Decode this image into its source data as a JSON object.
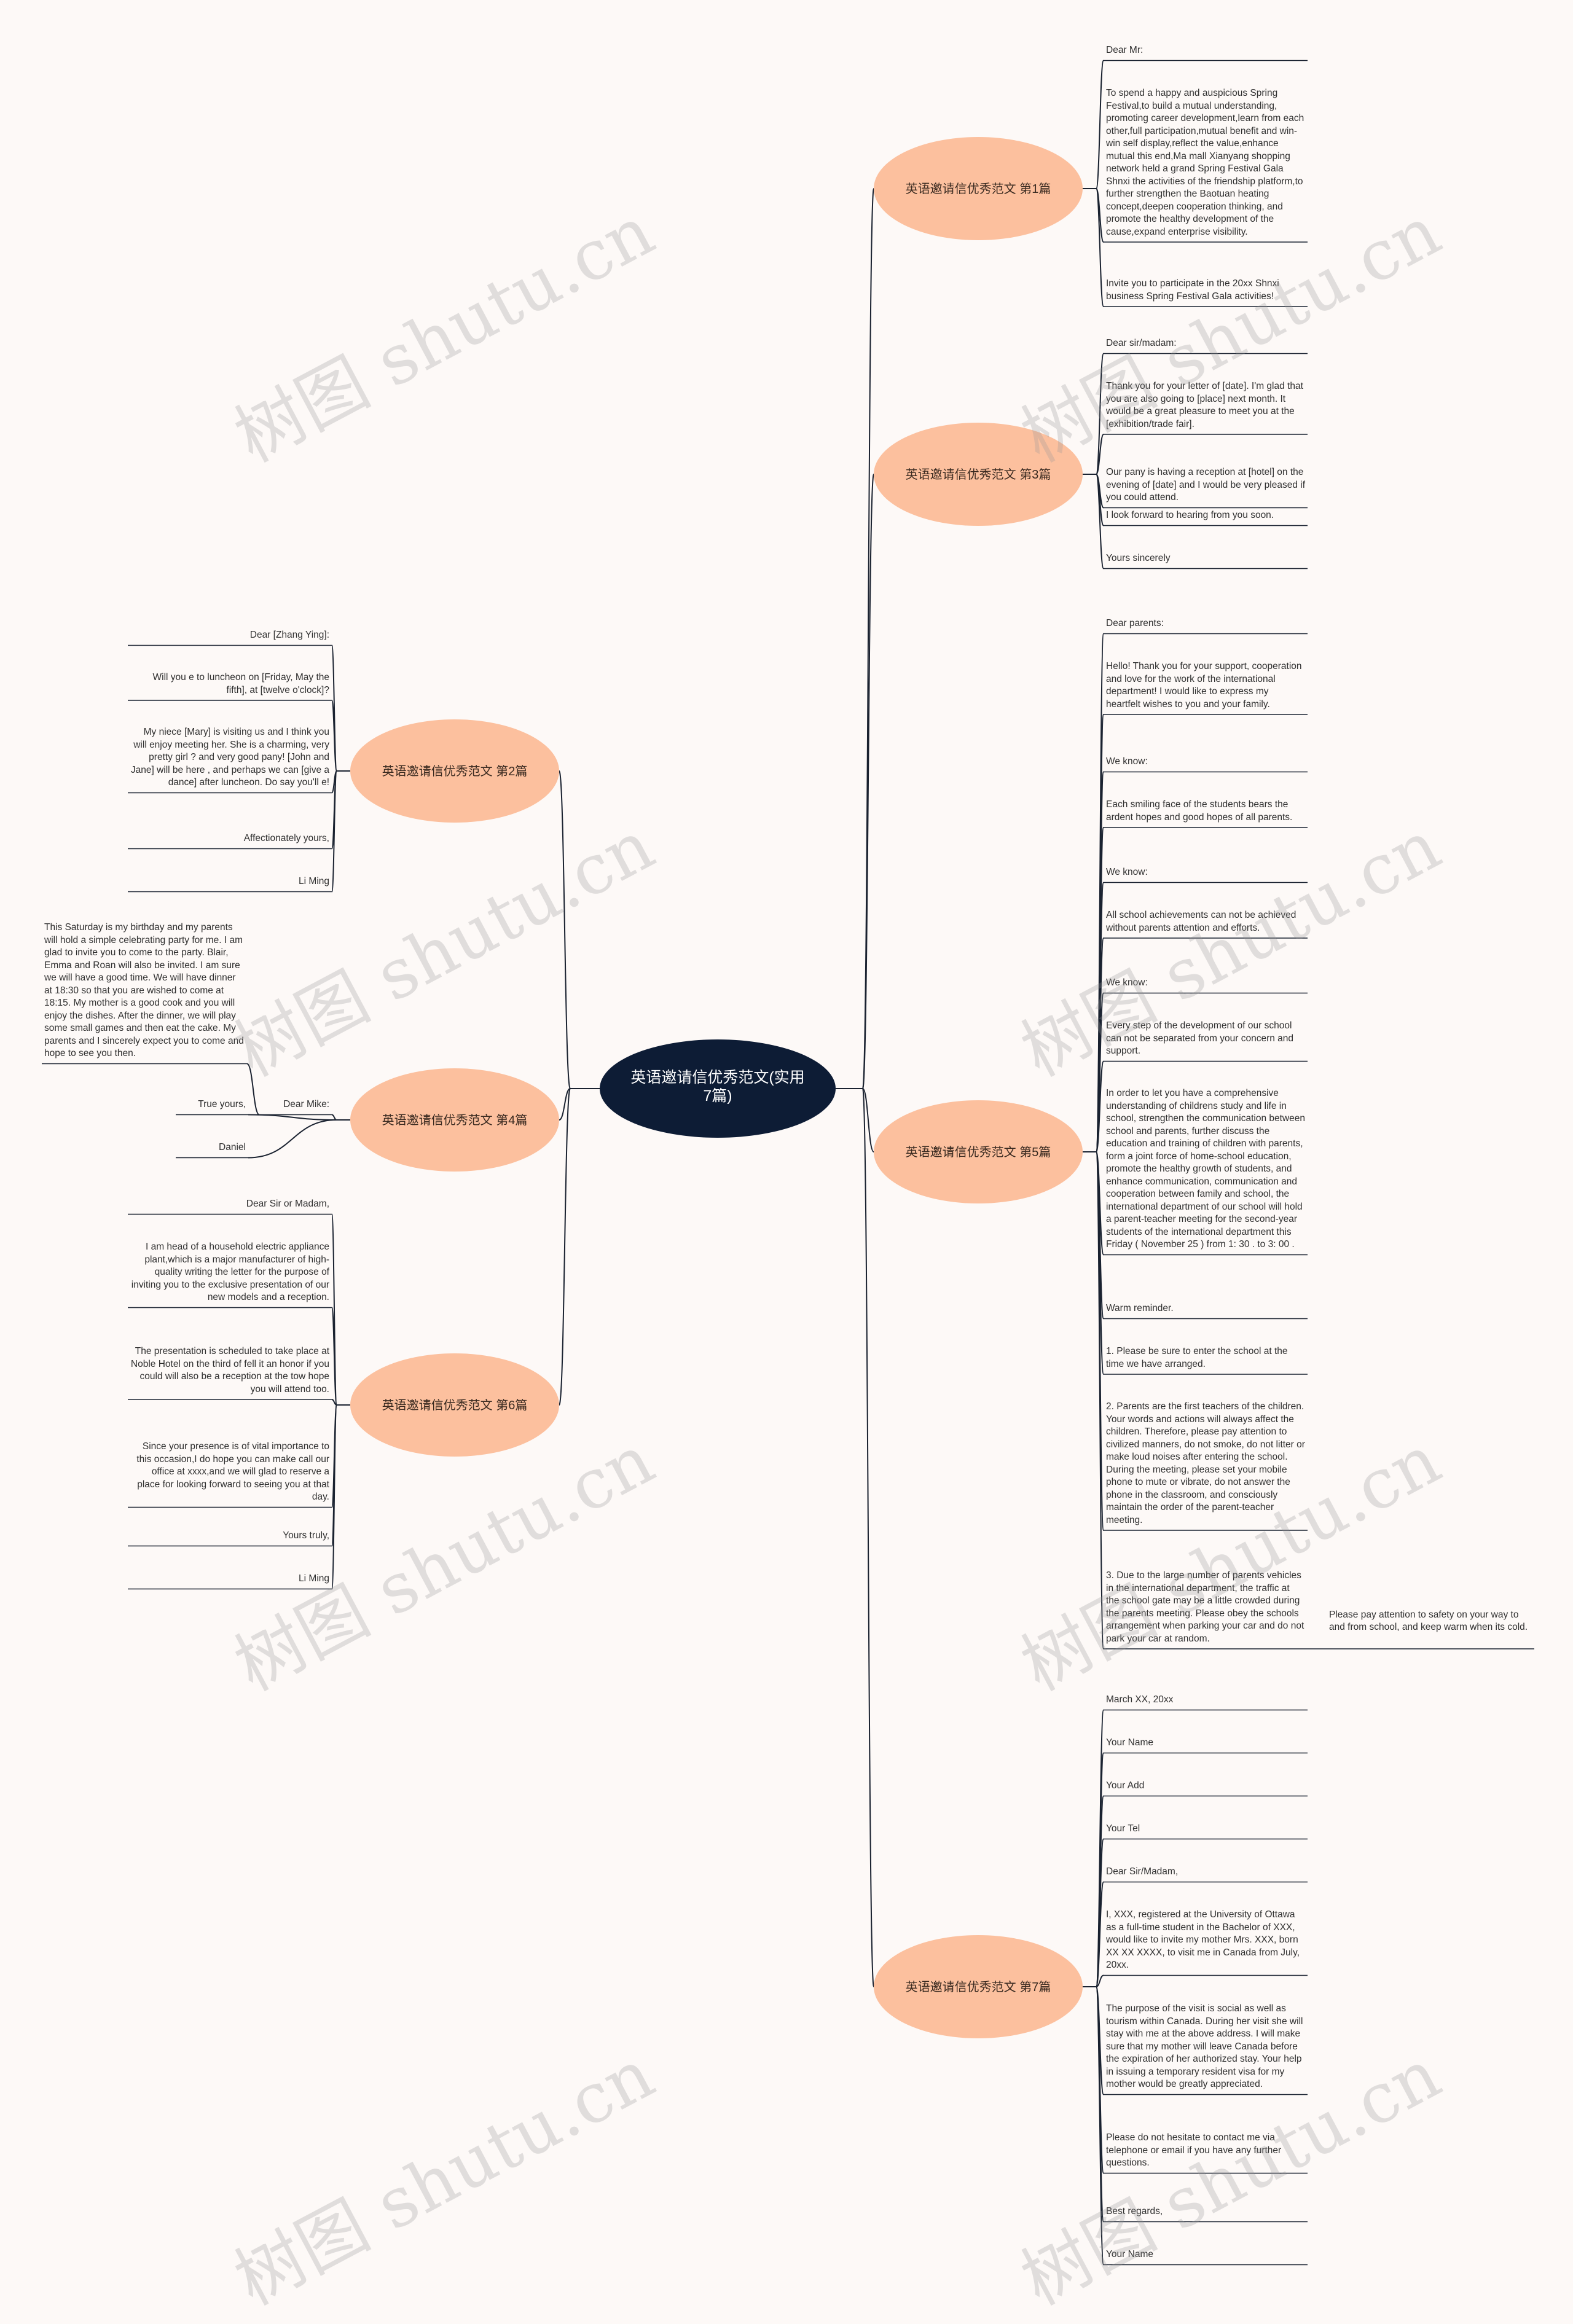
{
  "colors": {
    "background": "#fdf9f7",
    "root_fill": "#0d1c35",
    "branch_fill": "#fcc09e",
    "line": "#1a2230"
  },
  "root": {
    "label": "英语邀请信优秀范文(实用7篇)"
  },
  "watermark": "树图 shutu.cn",
  "branches": [
    {
      "label": "英语邀请信优秀范文 第1篇",
      "leaves": [
        "Dear Mr:",
        "To spend a happy and auspicious Spring Festival,to build a mutual understanding, promoting career development,learn from each other,full participation,mutual benefit and win-win self display,reflect the value,enhance mutual  this end,Ma mall Xianyang shopping network held a grand Spring Festival Gala Shnxi  the activities of the friendship platform,to further strengthen the Baotuan heating concept,deepen cooperation thinking, and promote the healthy development of the cause,expand enterprise visibility.",
        "Invite you to participate in the 20xx Shnxi business Spring Festival Gala activities!"
      ]
    },
    {
      "label": "英语邀请信优秀范文 第3篇",
      "leaves": [
        "Dear sir/madam:",
        "Thank you for your letter of [date]. I'm glad that you are also going to [place] next month. It would be a great pleasure to meet you at the [exhibition/trade fair].",
        "Our pany is having a reception at [hotel] on the evening of [date] and I would be very pleased if you could attend.",
        "I look forward to hearing from you soon.",
        "Yours sincerely"
      ]
    },
    {
      "label": "英语邀请信优秀范文 第5篇",
      "leaves": [
        "Dear parents:",
        "Hello! Thank you for your support, cooperation and love for the work of the international department! I would like to express my heartfelt wishes to you and your family.",
        "We know:",
        "Each smiling face of the students bears the ardent hopes and good hopes of all parents.",
        "We know:",
        "All school achievements can not be achieved without parents attention and efforts.",
        "We know:",
        "Every step of the development of our school can not be separated from your concern and support.",
        "In order to let you have a comprehensive understanding of childrens study and life in school, strengthen the communication between school and parents, further discuss the education and training of children with parents, form a joint force of home-school education, promote the healthy growth of students, and enhance communication, communication and cooperation between family and school, the international department of our school will hold a parent-teacher meeting  for the second-year students of the international department this Friday ( November 25 ) from 1: 30 . to 3: 00 .",
        "Warm reminder.",
        "1. Please be sure to enter the school at the time we have arranged.",
        "2. Parents are the first teachers of the children. Your words and actions will always affect the children. Therefore, please pay attention to civilized manners, do not smoke, do not litter or make loud noises after entering the school. During the meeting, please set your mobile phone to mute or vibrate, do not answer the phone in the classroom, and consciously maintain the order of the parent-teacher meeting.",
        "3. Due to the large number of parents vehicles in the international department, the traffic at the school gate may be a little crowded during the parents meeting. Please obey the schools arrangement when parking your car and do not park your car at random."
      ],
      "sub_leaf": "Please pay attention to safety on your way to and from school, and keep warm when its cold."
    },
    {
      "label": "英语邀请信优秀范文 第7篇",
      "leaves": [
        "March XX, 20xx",
        "Your Name",
        "Your Add",
        "Your Tel",
        "Dear Sir/Madam,",
        "I, XXX, registered at the University of Ottawa as a full-time student in the Bachelor of XXX, would like to invite my mother Mrs. XXX, born XX XX XXXX, to visit me in Canada from July, 20xx.",
        "The purpose of the visit is social as well as tourism within Canada. During her visit she will stay with me at the above address. I will make sure that my mother will leave Canada before the expiration of her authorized stay. Your help in issuing a temporary resident visa for my mother would be greatly appreciated.",
        "Please do not hesitate to contact me via telephone or email if you have any further questions.",
        "Best regards,",
        "Your Name"
      ]
    },
    {
      "label": "英语邀请信优秀范文 第2篇",
      "leaves": [
        "Dear [Zhang Ying]:",
        "Will you e to luncheon on [Friday, May the fifth], at [twelve o'clock]?",
        "My niece [Mary] is visiting us and I think you will enjoy meeting her. She is a charming, very pretty girl ? and very good pany! [John and Jane] will be here , and perhaps we can [give a dance] after luncheon. Do say you'll e!",
        "Affectionately yours,",
        "Li Ming"
      ]
    },
    {
      "label": "英语邀请信优秀范文 第4篇",
      "leaves": [
        "Dear Mike:",
        "True yours,",
        "Daniel"
      ],
      "sub_leaf": "This Saturday is my birthday and my parents will hold a simple celebrating party for me. I am glad to invite you to come to the party. Blair, Emma and Roan will also be invited. I am sure we will have a good time. We will have dinner at 18:30 so that you are wished to come at 18:15. My mother is a good cook and you will enjoy the dishes. After the dinner, we will play some small games and then eat the cake. My parents and I sincerely expect you to come and hope to see you then."
    },
    {
      "label": "英语邀请信优秀范文 第6篇",
      "leaves": [
        "Dear Sir or Madam,",
        "I am head of a household electric appliance plant,which is a major manufacturer of high-quality writing the letter for the purpose of inviting you to the exclusive presentation of our new models and a reception.",
        "The presentation is scheduled to take place at Noble Hotel on the third of fell it an honor if you could will also be a reception at the tow hope you will attend too.",
        "Since your presence is of vital importance to this occasion,I do hope you can make call our office at xxxx,and we will glad to reserve a place for looking forward to seeing you at that day.",
        "Yours truly,",
        "Li Ming"
      ]
    }
  ]
}
